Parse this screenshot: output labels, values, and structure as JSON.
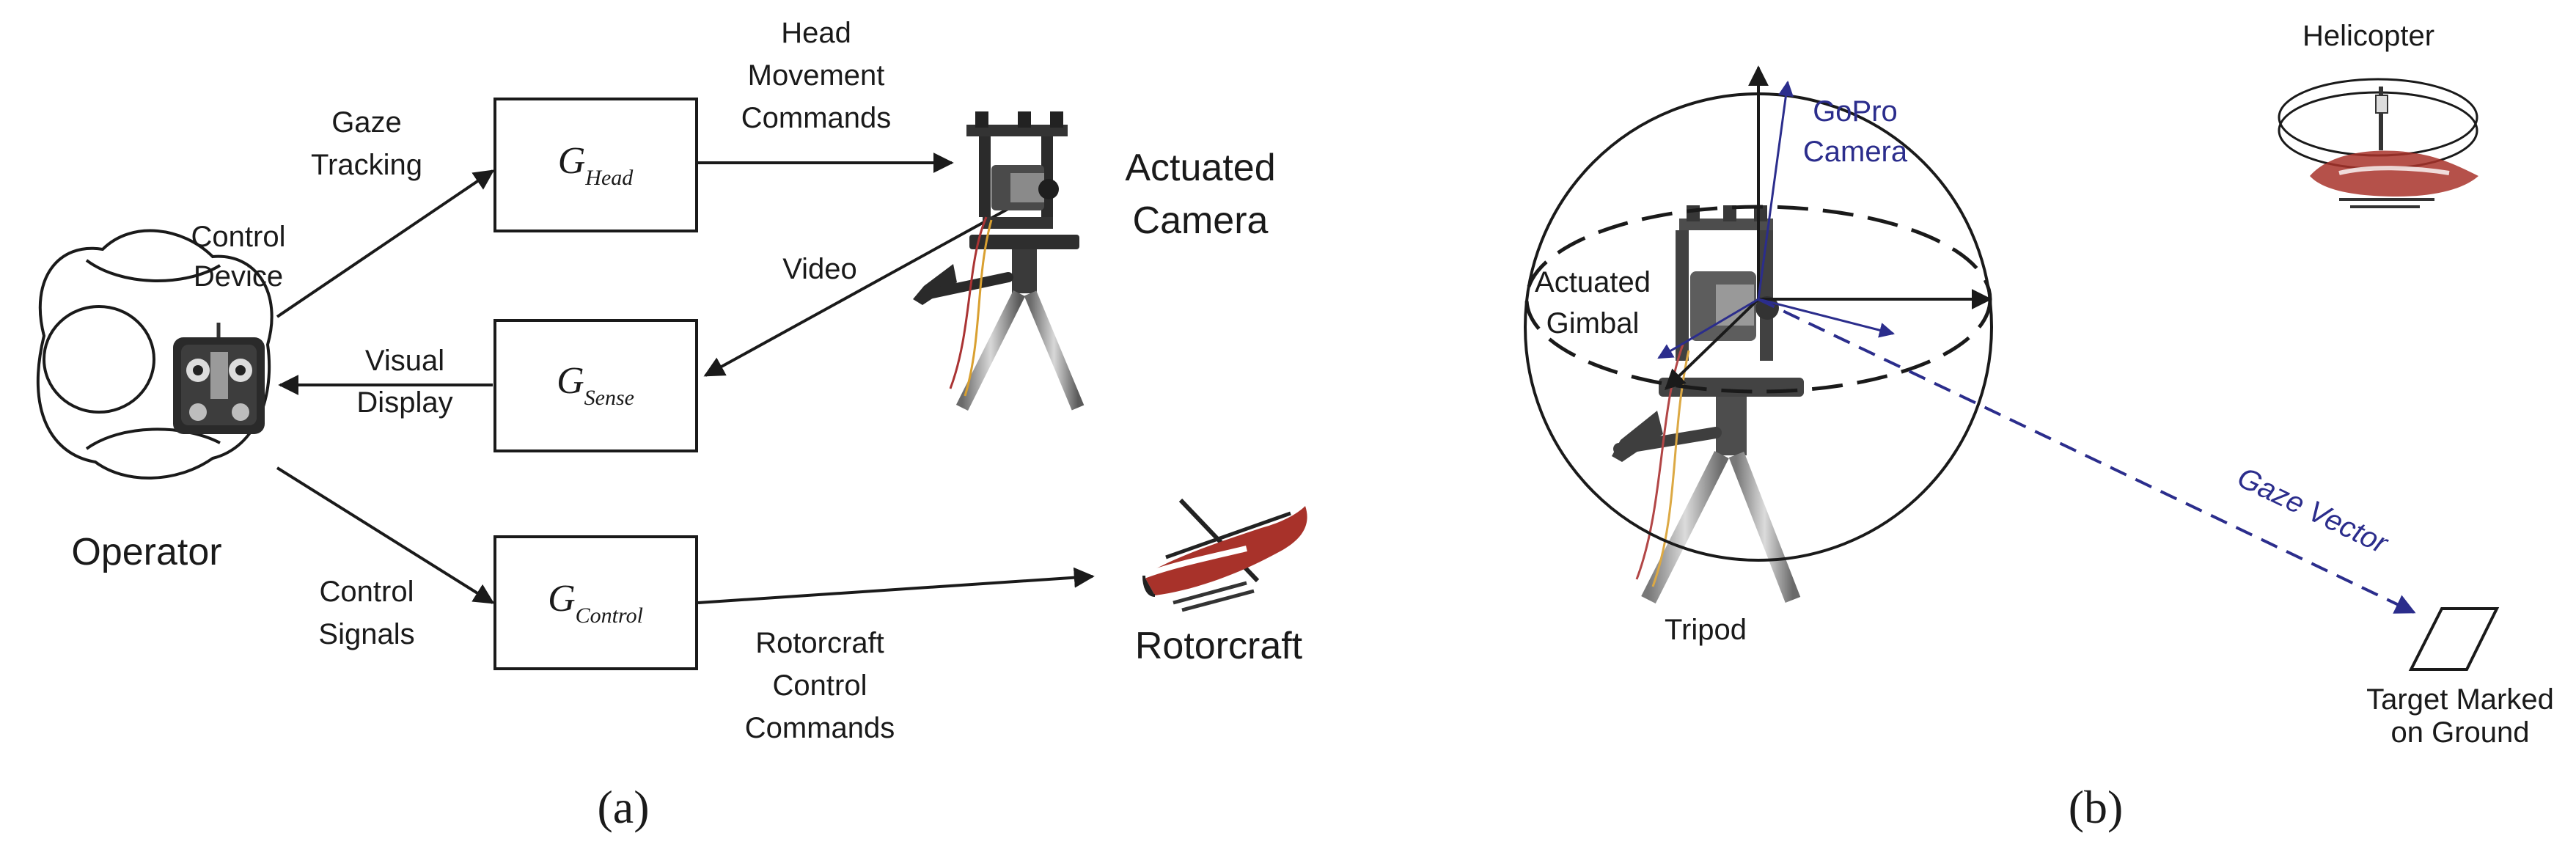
{
  "panel_a": {
    "caption": "(a)",
    "operator_label": "Operator",
    "control_device_line1": "Control",
    "control_device_line2": "Device",
    "gaze_tracking_line1": "Gaze",
    "gaze_tracking_line2": "Tracking",
    "visual_display_line1": "Visual",
    "visual_display_line2": "Display",
    "control_signals_line1": "Control",
    "control_signals_line2": "Signals",
    "head_cmd_line1": "Head",
    "head_cmd_line2": "Movement",
    "head_cmd_line3": "Commands",
    "video_label": "Video",
    "rotor_cmd_line1": "Rotorcraft",
    "rotor_cmd_line2": "Control",
    "rotor_cmd_line3": "Commands",
    "actuated_camera_line1": "Actuated",
    "actuated_camera_line2": "Camera",
    "rotorcraft_label": "Rotorcraft",
    "blocks": {
      "head": {
        "symbol": "G",
        "subscript": "Head"
      },
      "sense": {
        "symbol": "G",
        "subscript": "Sense"
      },
      "control": {
        "symbol": "G",
        "subscript": "Control"
      }
    }
  },
  "panel_b": {
    "caption": "(b)",
    "gopro_line1": "GoPro",
    "gopro_line2": "Camera",
    "gimbal_line1": "Actuated",
    "gimbal_line2": "Gimbal",
    "tripod_label": "Tripod",
    "helicopter_label": "Helicopter",
    "gaze_vector_label": "Gaze Vector",
    "target_line1": "Target Marked",
    "target_line2": "on Ground"
  },
  "colors": {
    "ink": "#1a1a1a",
    "accent_blue": "#2b2d8c",
    "helicopter_red": "#a8322a"
  }
}
